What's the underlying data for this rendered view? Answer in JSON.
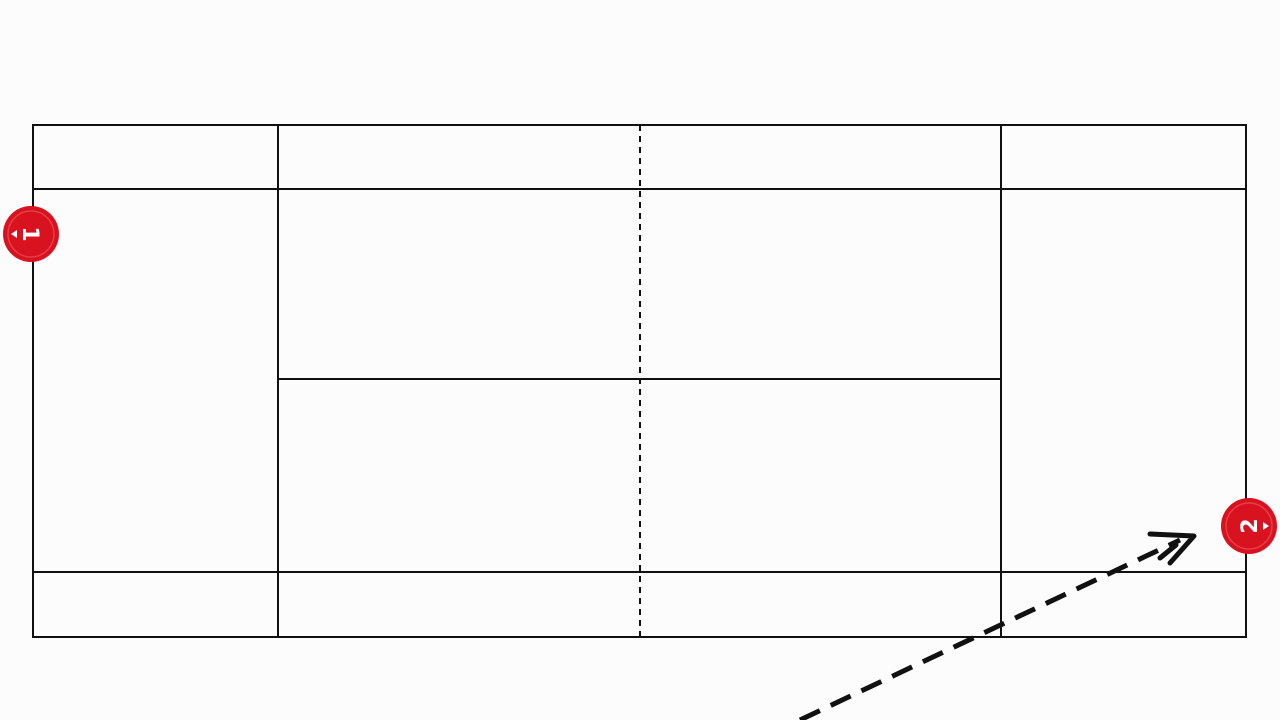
{
  "court": {
    "line_color": "#111111",
    "background": "#fdfcfd"
  },
  "players": [
    {
      "name": "player-1-marker",
      "label": "1",
      "color": "#d9121f"
    },
    {
      "name": "player-2-marker",
      "label": "2",
      "color": "#d9121f"
    }
  ],
  "shot_path": {
    "style": "dashed",
    "color": "#111111",
    "icon": "arrow-icon"
  }
}
